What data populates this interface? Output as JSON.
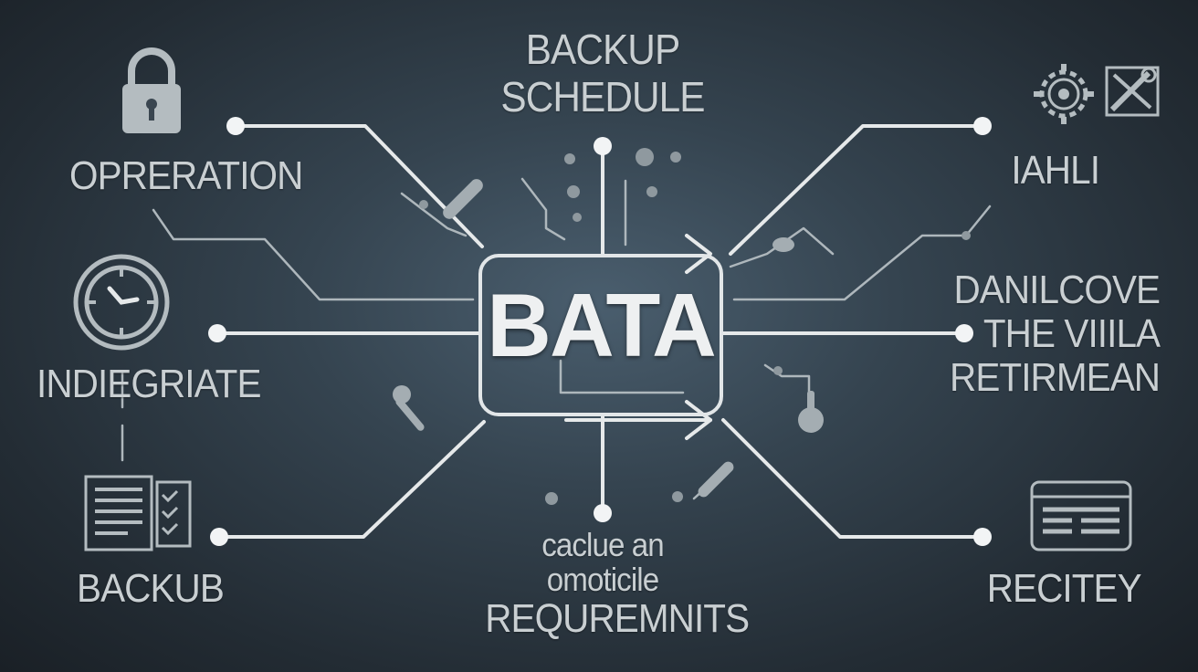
{
  "center": {
    "title": "BATA"
  },
  "top": {
    "line1": "BACKUP",
    "line2": "SCHEDULE"
  },
  "left": {
    "operation": "OPRERATION",
    "integrate": "INDIEGRIATE",
    "backup": "BACKUB"
  },
  "right": {
    "top": "IAHLI",
    "middle": {
      "line1": "DANILCOVE",
      "line2": "THE VIIILA",
      "line3": "RETIRMEAN"
    },
    "bottom": "RECITEY"
  },
  "bottom": {
    "line1": "caclue an",
    "line2": "omoticile",
    "line3": "REQUREMNITS"
  },
  "colors": {
    "line": "#e6e9ea",
    "text": "#c9cfd2",
    "background": "#2b3640"
  },
  "icons": [
    "lock-icon",
    "clock-icon",
    "document-checklist-icon",
    "gear-icon",
    "tools-icon",
    "browser-window-icon"
  ]
}
